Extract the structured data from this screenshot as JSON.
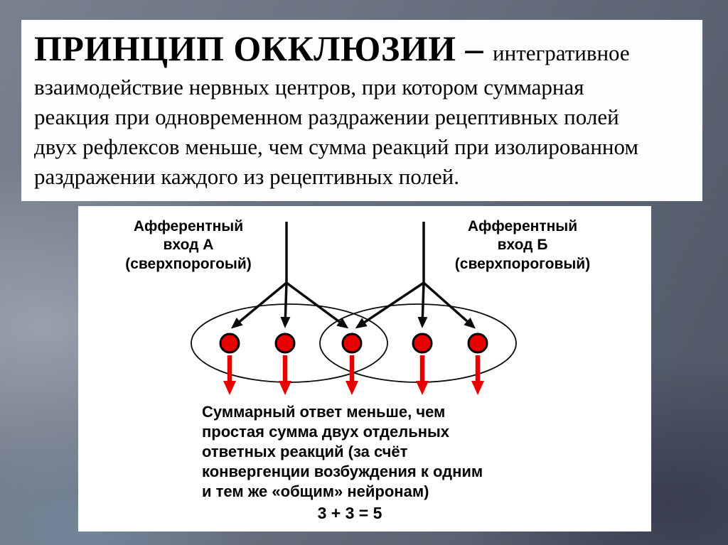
{
  "slide": {
    "heading": {
      "lead": "ПРИНЦИП ОККЛЮЗИИ – ",
      "body": "интегративное\nвзаимодействие нервных центров, при котором суммарная\nреакция при одновременном раздражении рецептивных полей\nдвух рефлексов меньше, чем сумма реакций при изолированном\nраздражении каждого из рецептивных полей."
    },
    "diagram": {
      "input_a_label": "Афферентный\nвход А\n(сверхпорогоый)",
      "input_b_label": "Афферентный\nвход Б\n(сверхпороговый)",
      "caption": "Суммарный ответ  меньше, чем\nпростая сумма двух отдельных\nответных реакций (за счёт\nконвергенции возбуждения к одним\nи тем же «общим» нейронам)",
      "equation": "3 + 3 = 5",
      "colors": {
        "neuron_red": "#e60000",
        "response_arrow_red": "#e60000",
        "input_line_black": "#0a0a0a",
        "panel_white": "#ffffff",
        "slide_background": "#67707e"
      }
    }
  }
}
